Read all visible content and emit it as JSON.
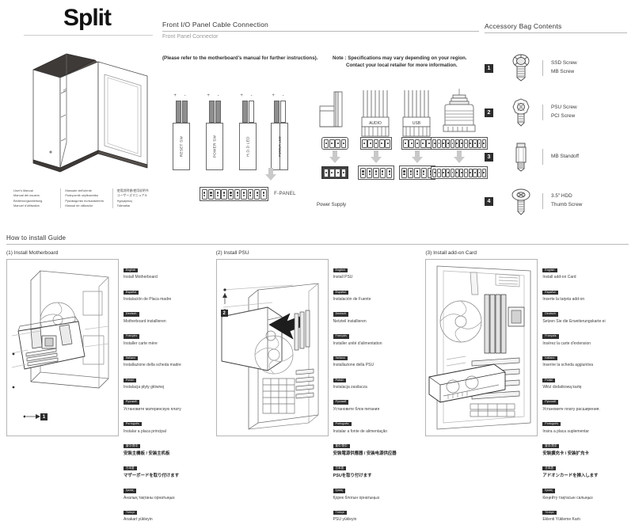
{
  "product": {
    "title": "Split"
  },
  "manual_langs": [
    [
      "User's Manual",
      "Manual del usuario",
      "Bedienungsanleitung",
      "Manuel d'utilisation"
    ],
    [
      "Manuale dell'utente",
      "Podręcznik użytkownika",
      "Руководство пользователя",
      "Manual de utilizador"
    ],
    [
      "使用說明書/使用说明书",
      "ユーザーズマニュアル",
      "Нұсқаулық",
      "Talimatlar"
    ]
  ],
  "front_io": {
    "title": "Front I/O Panel Cable Connection",
    "subtitle": "Front Panel Connector",
    "refer_note": "(Please refer to the motherboard's manual for further instructions).",
    "note_label": "Note :",
    "note_line1": "Specifications may vary depending on your region.",
    "note_line2": "Contact your local retailer for more information.",
    "polarity": "+ -",
    "cables": [
      {
        "label": "RESET SW",
        "split": false,
        "wires": [
          "dark",
          "dark"
        ]
      },
      {
        "label": "POWER SW",
        "split": false,
        "wires": [
          "dark",
          "dark"
        ]
      },
      {
        "label": "H.D.D LED",
        "split": false,
        "wires": [
          "dark",
          "light"
        ]
      },
      {
        "label_a": "POWER LED",
        "label_b": "POWER LED",
        "split": true,
        "wires": [
          "dark",
          "light"
        ]
      }
    ],
    "fpanel_label": "F-PANEL",
    "fpanel_pins": 10,
    "power_supply_label": "Power Supply",
    "connector_labels": {
      "audio": "AUDIO",
      "usb": "USB"
    }
  },
  "accessory_bag": {
    "title": "Accessory Bag Contents",
    "items": [
      {
        "num": "1",
        "icon": "ssd-screw-icon",
        "lines": [
          "SSD Screw",
          "MB Screw"
        ]
      },
      {
        "num": "2",
        "icon": "psu-screw-icon",
        "lines": [
          "PSU Screw",
          "PCI Screw"
        ]
      },
      {
        "num": "3",
        "icon": "mb-standoff-icon",
        "lines": [
          "MB Standoff"
        ]
      },
      {
        "num": "4",
        "icon": "hdd-thumb-screw-icon",
        "lines": [
          "3.5\" HDD",
          "Thumb Screw"
        ]
      }
    ]
  },
  "how_to_install": {
    "title": "How to install Guide",
    "panels": [
      {
        "heading": "(1) Install Motherboard",
        "callout": "1",
        "steps": [
          {
            "tag": "English",
            "text": "Install Motherboard"
          },
          {
            "tag": "Español",
            "text": "Instalación de Placa madre"
          },
          {
            "tag": "Deutsch",
            "text": "Motherboard installieren"
          },
          {
            "tag": "Français",
            "text": "Installer carte mère"
          },
          {
            "tag": "Italiano",
            "text": "Installazione della scheda madre"
          },
          {
            "tag": "Polski",
            "text": "Instalacja płyty głównej"
          },
          {
            "tag": "Русский",
            "text": "Установите материнскую плату"
          },
          {
            "tag": "Português",
            "text": "Instalar a placa principal"
          },
          {
            "tag": "繁中/简中",
            "text": "安裝主機板 / 安装主机板",
            "cjk": true
          },
          {
            "tag": "日本語",
            "text": "マザーボードを取り付けます",
            "cjk": true
          },
          {
            "tag": "Қазақ",
            "text": "Аналық тақтаны орнатыңыз"
          },
          {
            "tag": "Türkçe",
            "text": "Anakart yükleyin"
          }
        ]
      },
      {
        "heading": "(2) Install PSU",
        "callout": "2",
        "steps": [
          {
            "tag": "English",
            "text": "Install PSU"
          },
          {
            "tag": "Español",
            "text": "Instalación de Fuente"
          },
          {
            "tag": "Deutsch",
            "text": "Netzteil installieren"
          },
          {
            "tag": "Français",
            "text": "Installer unité d'alimentation"
          },
          {
            "tag": "Italiano",
            "text": "Installazione della PSU"
          },
          {
            "tag": "Polski",
            "text": "Instalacja zasilacza"
          },
          {
            "tag": "Русский",
            "text": "Установите блок питания"
          },
          {
            "tag": "Português",
            "text": "Instalar a fonte de alimentação"
          },
          {
            "tag": "繁中/简中",
            "text": "安裝電源供應器 / 安装电源供应器",
            "cjk": true
          },
          {
            "tag": "日本語",
            "text": "PSUを取り付けます",
            "cjk": true
          },
          {
            "tag": "Қазақ",
            "text": "Қорек блогын орнатыңыз"
          },
          {
            "tag": "Türkçe",
            "text": "PSU yükleyin"
          }
        ]
      },
      {
        "heading": "(3) Install add-on Card",
        "callout": "",
        "steps": [
          {
            "tag": "English",
            "text": "Install add-on Card"
          },
          {
            "tag": "Español",
            "text": "Inserte la tarjeta add-on"
          },
          {
            "tag": "Deutsch",
            "text": "Setzen Sie die Erweiterungskarte ei"
          },
          {
            "tag": "Français",
            "text": "Insérez la carte d'extension"
          },
          {
            "tag": "Italiano",
            "text": "Inserire la scheda aggiuntiva"
          },
          {
            "tag": "Polski",
            "text": "Włóż dodatkową kartę"
          },
          {
            "tag": "Русский",
            "text": "Установите плату расширения."
          },
          {
            "tag": "Português",
            "text": "Insira a placa suplementar"
          },
          {
            "tag": "繁中/简中",
            "text": "安裝擴充卡 / 安装扩充卡",
            "cjk": true
          },
          {
            "tag": "日本語",
            "text": "アドオンカードを挿入します",
            "cjk": true
          },
          {
            "tag": "Қазақ",
            "text": "Кеңейту тақтасын салыңыз"
          },
          {
            "tag": "Türkçe",
            "text": "Eklenti Yükleme Kartı"
          }
        ]
      }
    ]
  },
  "colors": {
    "ink": "#2b2b2b",
    "rule": "#b9b9b9",
    "badge": "#2d2d2d",
    "arrow": "#c9c9c9",
    "wire_dark": "#8e8e8e"
  }
}
